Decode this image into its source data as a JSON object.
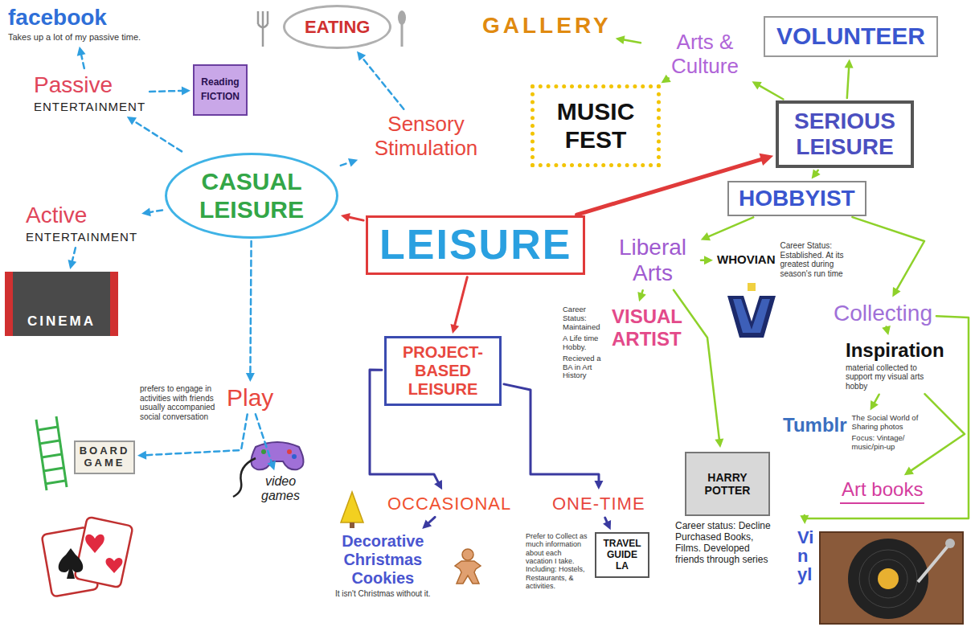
{
  "diagram": {
    "nodes": [
      {
        "text": [
          "facebook",
          "Takes up a lot of my passive time."
        ]
      },
      {
        "text": [
          "Passive",
          "ENTERTAINMENT"
        ]
      },
      {
        "text": [
          "Reading",
          "FICTION"
        ]
      },
      {
        "text": [
          "EATING"
        ]
      },
      {
        "text": [
          "Sensory Stimulation"
        ]
      },
      {
        "text": [
          "GALLERY"
        ]
      },
      {
        "text": [
          "Arts & Culture"
        ]
      },
      {
        "text": [
          "VOLUNTEER"
        ]
      },
      {
        "text": [
          "MUSIC FEST"
        ]
      },
      {
        "text": [
          "SERIOUS LEISURE"
        ]
      },
      {
        "text": [
          "CASUAL LEISURE"
        ]
      },
      {
        "text": [
          "Active",
          "ENTERTAINMENT"
        ]
      },
      {
        "text": [
          "LEISURE"
        ]
      },
      {
        "text": [
          "HOBBYIST"
        ]
      },
      {
        "text": [
          "Liberal Arts"
        ]
      },
      {
        "text": [
          "WHOVIAN",
          "Career Status: Established. At its greatest during season's run time"
        ]
      },
      {
        "text": [
          "CINEMA"
        ]
      },
      {
        "text": [
          "PROJECT-BASED LEISURE"
        ]
      },
      {
        "text": [
          "VISUAL ARTIST",
          "Career Status: Maintained",
          "A Life time Hobby.",
          "Recieved a BA in Art History"
        ]
      },
      {
        "text": [
          "Collecting"
        ]
      },
      {
        "text": [
          "Inspiration",
          "material collected to support my visual arts hobby"
        ]
      },
      {
        "text": [
          "Play",
          "prefers to engage in activities with friends usually accompanied social conversation"
        ]
      },
      {
        "text": [
          "BOARD GAME"
        ]
      },
      {
        "text": [
          "video games"
        ]
      },
      {
        "text": [
          "Tumblr",
          "The Social World of Sharing photos",
          "Focus: Vintage/ music/pin-up"
        ]
      },
      {
        "text": [
          "HARRY POTTER",
          "Career status: Decline Purchased Books, Films. Developed friends through series"
        ]
      },
      {
        "text": [
          "Art books"
        ]
      },
      {
        "text": [
          "OCCASIONAL"
        ]
      },
      {
        "text": [
          "ONE-TIME"
        ]
      },
      {
        "text": [
          "Decorative Christmas Cookies",
          "It isn't Christmas without it."
        ]
      },
      {
        "text": [
          "TRAVEL GUIDE LA",
          "Prefer to Collect as much information about each vacation I take. Including: Hostels, Restaurants, & activities."
        ]
      },
      {
        "text": [
          "Vinyl"
        ]
      }
    ],
    "edges": [
      {
        "from": 12,
        "to": 10,
        "arrow": "to"
      },
      {
        "from": 12,
        "to": 9,
        "arrow": "to"
      },
      {
        "from": 12,
        "to": 17,
        "arrow": "to"
      },
      {
        "from": 10,
        "to": 1,
        "arrow": "to"
      },
      {
        "from": 10,
        "to": 4,
        "arrow": "to"
      },
      {
        "from": 10,
        "to": 11,
        "arrow": "to"
      },
      {
        "from": 10,
        "to": 21,
        "arrow": "to"
      },
      {
        "from": 1,
        "to": 0,
        "arrow": "to"
      },
      {
        "from": 1,
        "to": 2,
        "arrow": "to"
      },
      {
        "from": 4,
        "to": 3,
        "arrow": "to"
      },
      {
        "from": 11,
        "to": 16,
        "arrow": "to"
      },
      {
        "from": 21,
        "to": 22,
        "arrow": "to"
      },
      {
        "from": 21,
        "to": 23,
        "arrow": "to"
      },
      {
        "from": 9,
        "to": 6,
        "arrow": "to"
      },
      {
        "from": 9,
        "to": 7,
        "arrow": "to"
      },
      {
        "from": 9,
        "to": 13,
        "arrow": "to"
      },
      {
        "from": 6,
        "to": 5,
        "arrow": "to"
      },
      {
        "from": 6,
        "to": 8,
        "arrow": "to"
      },
      {
        "from": 13,
        "to": 14,
        "arrow": "to"
      },
      {
        "from": 13,
        "to": 19,
        "arrow": "to"
      },
      {
        "from": 14,
        "to": 15,
        "arrow": "to"
      },
      {
        "from": 14,
        "to": 18,
        "arrow": "to"
      },
      {
        "from": 14,
        "to": 25,
        "arrow": "to"
      },
      {
        "from": 19,
        "to": 20,
        "arrow": "to"
      },
      {
        "from": 20,
        "to": 24,
        "arrow": "to"
      },
      {
        "from": 20,
        "to": 26,
        "arrow": "to"
      },
      {
        "from": 19,
        "to": 31,
        "arrow": "to"
      },
      {
        "from": 17,
        "to": 27,
        "arrow": "to"
      },
      {
        "from": 17,
        "to": 28,
        "arrow": "to"
      },
      {
        "from": 27,
        "to": 29,
        "arrow": "to"
      },
      {
        "from": 28,
        "to": 30,
        "arrow": "to"
      }
    ]
  }
}
